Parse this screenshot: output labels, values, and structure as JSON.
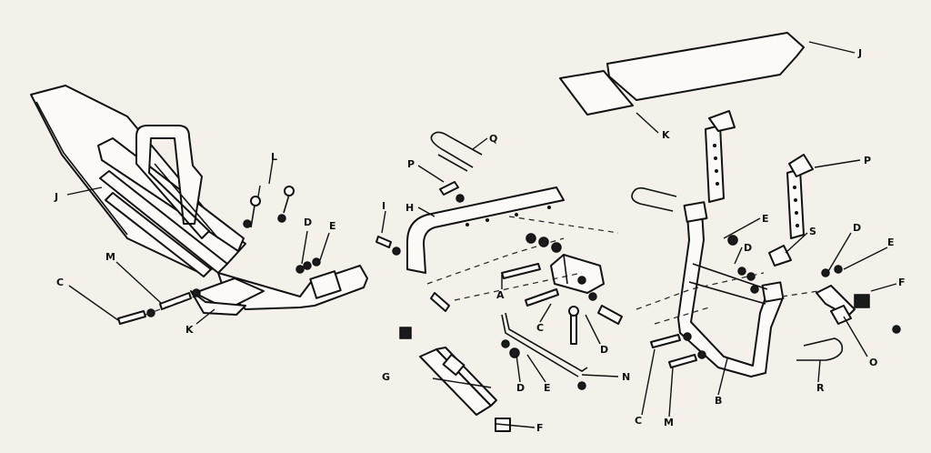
{
  "labels": {
    "a": "A",
    "b": "B",
    "c": "C",
    "d": "D",
    "e": "E",
    "f": "F",
    "g": "G",
    "h": "H",
    "i": "I",
    "j": "J",
    "k": "K",
    "l": "L",
    "m": "M",
    "n": "N",
    "o": "O",
    "p": "P",
    "q": "Q",
    "r": "R",
    "s": "S"
  },
  "colors": {
    "ink": "#111111",
    "paper": "#f3f1ea"
  }
}
